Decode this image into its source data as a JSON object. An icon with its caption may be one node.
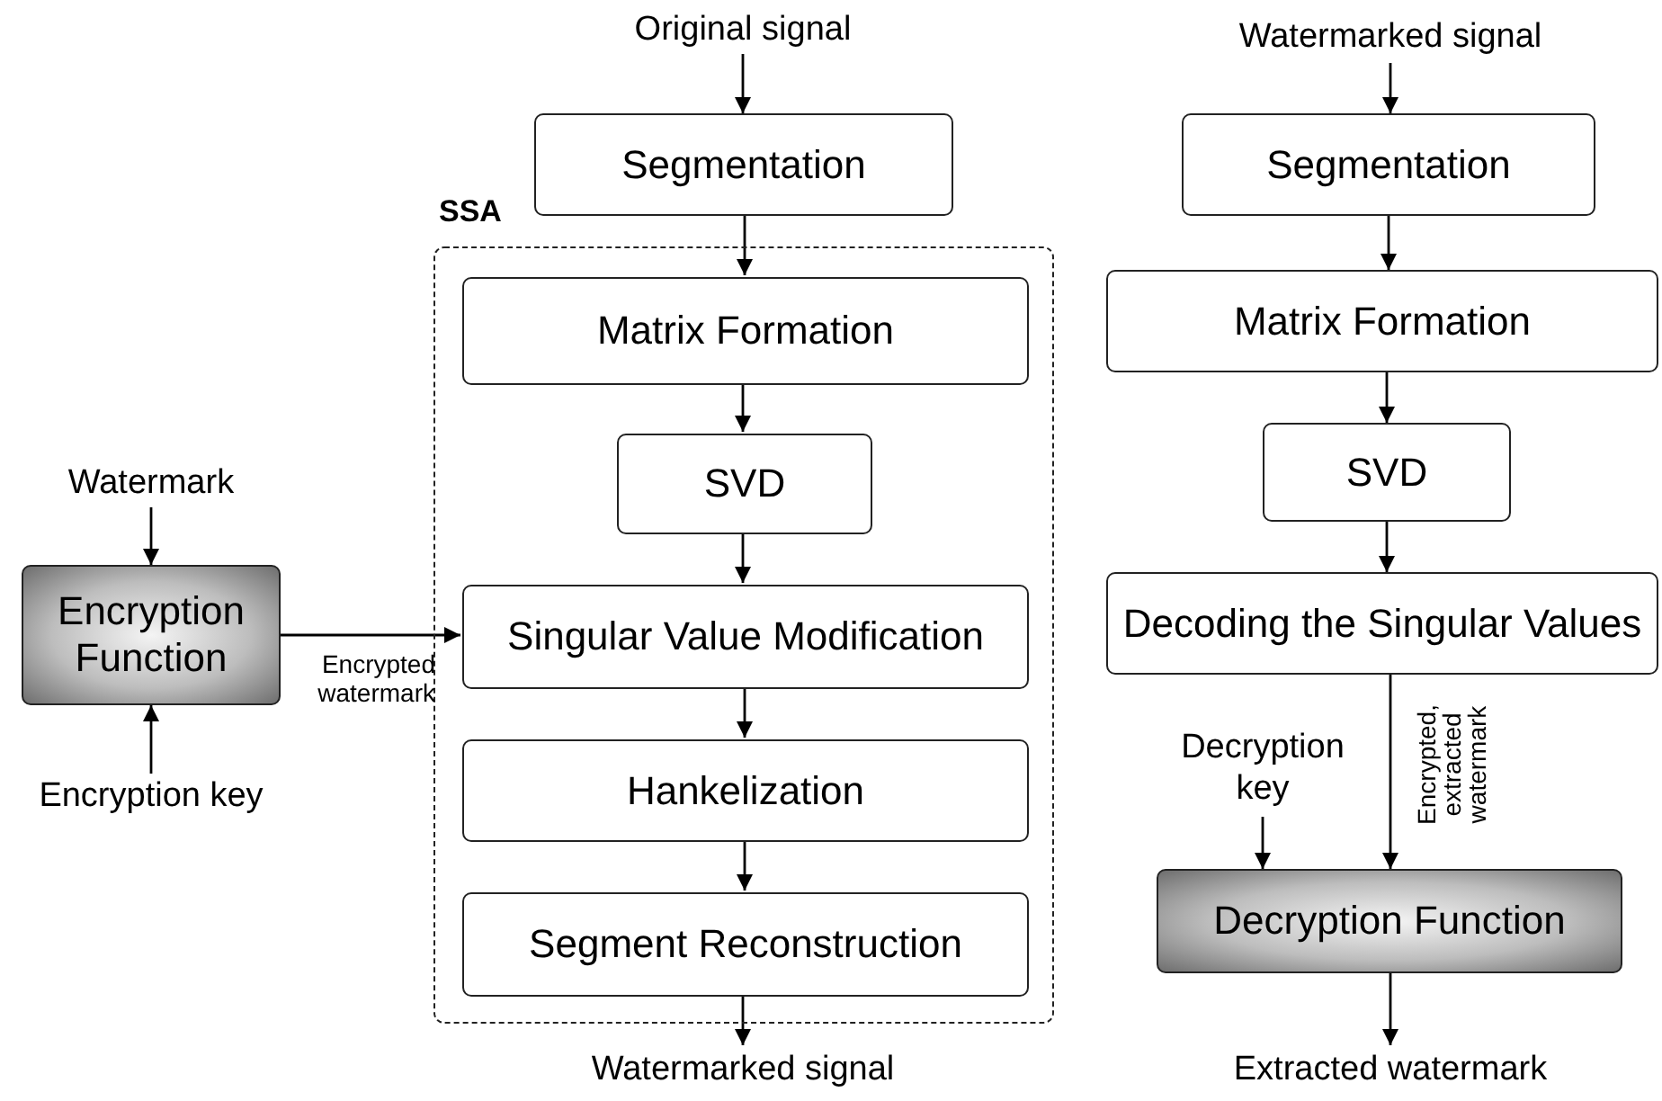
{
  "diagram": {
    "nodes": [
      {
        "text": [
          "Original signal"
        ]
      },
      {
        "text": [
          "Segmentation"
        ]
      },
      {
        "text": [
          "SSA"
        ]
      },
      {
        "text": [
          "Matrix Formation"
        ],
        "in": 2
      },
      {
        "text": [
          "SVD"
        ],
        "in": 2
      },
      {
        "text": [
          "Singular Value Modification"
        ],
        "in": 2
      },
      {
        "text": [
          "Hankelization"
        ],
        "in": 2
      },
      {
        "text": [
          "Segment Reconstruction"
        ],
        "in": 2
      },
      {
        "text": [
          "Watermarked signal"
        ]
      },
      {
        "text": [
          "Watermark"
        ]
      },
      {
        "text": [
          "Encryption Function"
        ]
      },
      {
        "text": [
          "Encryption key"
        ]
      },
      {
        "text": [
          "Watermarked signal"
        ]
      },
      {
        "text": [
          "Segmentation"
        ]
      },
      {
        "text": [
          "Matrix Formation"
        ]
      },
      {
        "text": [
          "SVD"
        ]
      },
      {
        "text": [
          "Decoding the Singular Values"
        ]
      },
      {
        "text": [
          "Decryption key"
        ]
      },
      {
        "text": [
          "Decryption Function"
        ]
      },
      {
        "text": [
          "Extracted watermark"
        ]
      }
    ],
    "edges": [
      {
        "from": 0,
        "to": 1,
        "arrow": "to"
      },
      {
        "from": 1,
        "to": 3,
        "arrow": "to"
      },
      {
        "from": 3,
        "to": 4,
        "arrow": "to"
      },
      {
        "from": 4,
        "to": 5,
        "arrow": "to"
      },
      {
        "from": 5,
        "to": 6,
        "arrow": "to"
      },
      {
        "from": 6,
        "to": 7,
        "arrow": "to"
      },
      {
        "from": 7,
        "to": 8,
        "arrow": "to"
      },
      {
        "from": 9,
        "to": 10,
        "arrow": "to"
      },
      {
        "from": 11,
        "to": 10,
        "arrow": "to"
      },
      {
        "from": 10,
        "to": 5,
        "arrow": "to",
        "label": "Encrypted watermark"
      },
      {
        "from": 12,
        "to": 13,
        "arrow": "to"
      },
      {
        "from": 13,
        "to": 14,
        "arrow": "to"
      },
      {
        "from": 14,
        "to": 15,
        "arrow": "to"
      },
      {
        "from": 15,
        "to": 16,
        "arrow": "to"
      },
      {
        "from": 16,
        "to": 18,
        "arrow": "to",
        "label": "Encrypted, extracted watermark"
      },
      {
        "from": 17,
        "to": 18,
        "arrow": "to"
      },
      {
        "from": 18,
        "to": 19,
        "arrow": "to"
      }
    ]
  }
}
